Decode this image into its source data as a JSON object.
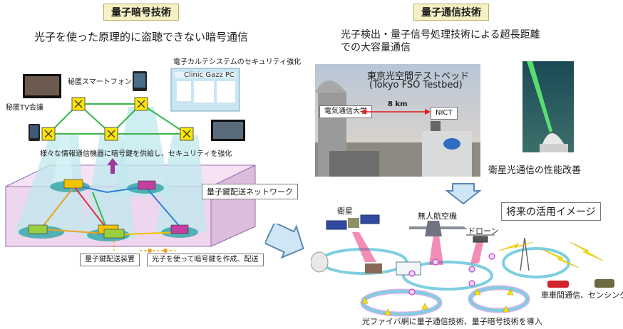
{
  "left": {
    "header": "量子暗号技術",
    "subtitle": "光子を使った原理的に盗聴できない暗号通信",
    "labels": {
      "karte": "電子カルテシステムのセキュリティ強化",
      "smartphone": "秘匿スマートフォン",
      "tv": "秘匿TV会議",
      "supply": "様々な情報通信機器に暗号鍵を供給し、セキュリティを強化",
      "network": "量子鍵配送ネットワーク",
      "device": "量子鍵配送装置",
      "photon_key": "光子を使って暗号鍵を作成、配送"
    },
    "screen_caption": "Clinic Gazz PC"
  },
  "right": {
    "header": "量子通信技術",
    "subtitle_line1": "光子検出・量子信号処理技術による超長距離",
    "subtitle_line2": "での大容量通信",
    "testbed_line1": "東京光空間テストベッド",
    "testbed_line2": "(Tokyo FSO Testbed)",
    "uec": "電気通信大学",
    "distance": "8 km",
    "nict": "NICT",
    "satellite_improve": "衛星光通信の性能改善",
    "future": "将来の活用イメージ",
    "satellite": "衛星",
    "uav": "無人航空機",
    "drone": "ドローン",
    "v2v": "車車間通信、センシング",
    "fiber": "光ファイバ網に量子通信技術、量子暗号技術を導入"
  },
  "colors": {
    "header_bg": "#f6f0c4",
    "platform": "#e9cde9",
    "beam": "#bfe8ee",
    "link_green": "#39b54a",
    "node_yellow": "#ffe600",
    "ring_cyan": "#9fdde6",
    "glow_purple": "#b04ed6",
    "arrow_purple": "#9b3c9b"
  }
}
